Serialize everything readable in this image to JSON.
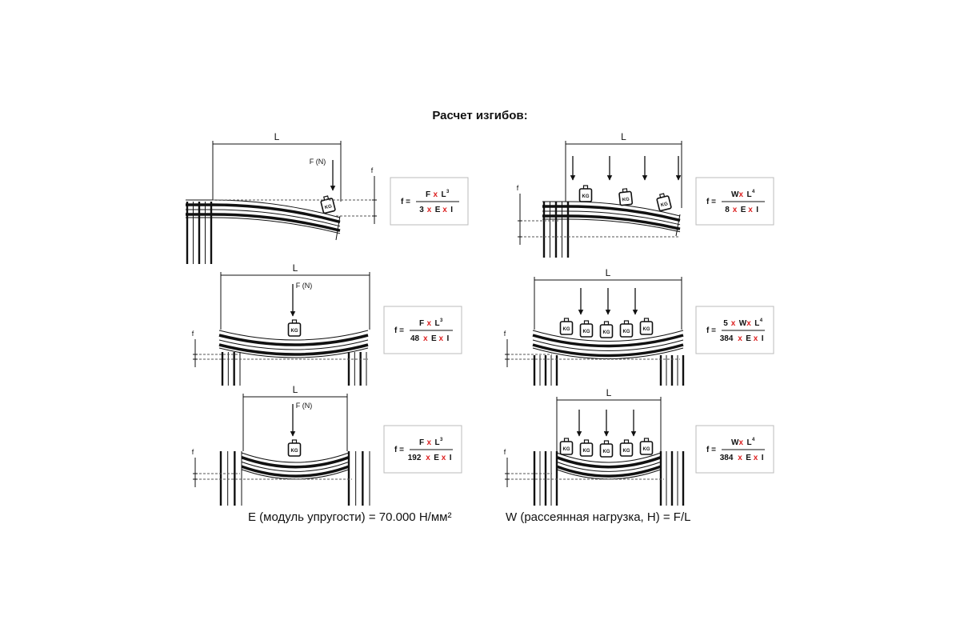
{
  "title": "Расчет изгибов:",
  "labels": {
    "length": "L",
    "force": "F (N)",
    "deflection": "f",
    "weight": "KG",
    "equals": "f =",
    "times": "x"
  },
  "panels": [
    {
      "id": "cantilever-point",
      "numerator": [
        "F",
        "L",
        "3"
      ],
      "denominator": [
        "3",
        "E",
        "I"
      ]
    },
    {
      "id": "cantilever-distributed",
      "numerator": [
        "W",
        "L",
        "4"
      ],
      "denominator": [
        "8",
        "E",
        "I"
      ]
    },
    {
      "id": "simple-point",
      "numerator": [
        "F",
        "L",
        "3"
      ],
      "denominator": [
        "48",
        "E",
        "I"
      ]
    },
    {
      "id": "simple-distributed",
      "numerator": [
        "5",
        "W",
        "L",
        "4"
      ],
      "denominator": [
        "384",
        "E",
        "I"
      ]
    },
    {
      "id": "fixed-point",
      "numerator": [
        "F",
        "L",
        "3"
      ],
      "denominator": [
        "192",
        "E",
        "I"
      ]
    },
    {
      "id": "fixed-distributed",
      "numerator": [
        "W",
        "L",
        "4"
      ],
      "denominator": [
        "384",
        "E",
        "I"
      ]
    }
  ],
  "footer": {
    "modulus": "E (модуль упругости) = 70.000 Н/мм²",
    "load": "W (рассеянная нагрузка, Н) = F/L"
  },
  "colors": {
    "accent": "#dd2222",
    "box_border": "#bbbbbb",
    "ink": "#111111"
  }
}
